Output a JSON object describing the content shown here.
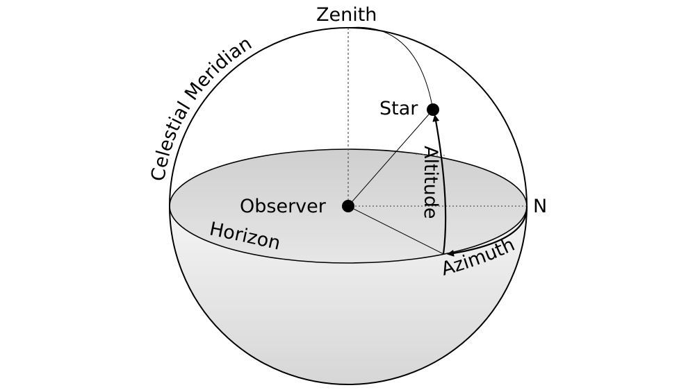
{
  "labels": {
    "zenith": "Zenith",
    "star": "Star",
    "observer": "Observer",
    "north": "N",
    "horizon": "Horizon",
    "altitude": "Altitude",
    "azimuth": "Azimuth",
    "celestial_meridian": "Celestial Meridian"
  },
  "colors": {
    "stroke": "#000000",
    "horizon_fill_top": "#d4d4d4",
    "shade_light": "#ffffff",
    "shade_dark": "#d6d6d6",
    "guide_line": "#555555"
  }
}
